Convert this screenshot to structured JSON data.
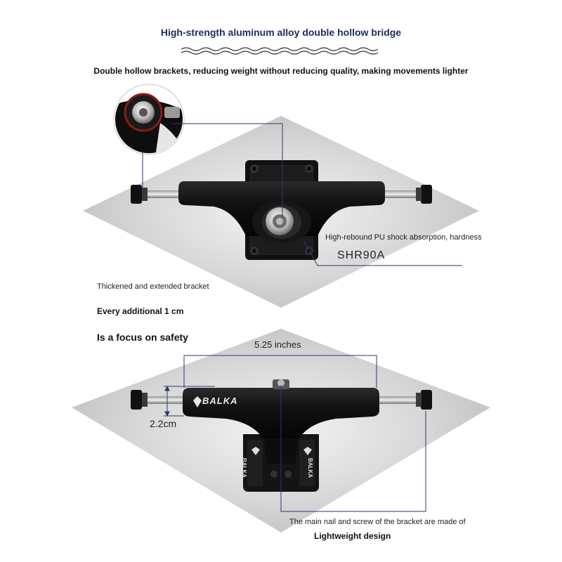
{
  "header": {
    "title": "High-strength aluminum alloy double hollow bridge",
    "subtitle": "Double hollow brackets, reducing weight without reducing quality, making movements lighter"
  },
  "top_section": {
    "shock_label": "High-rebound PU shock absorption, hardness",
    "shock_code": "SHR90A",
    "bracket_label": "Thickened and extended bracket",
    "every_label": "Every additional 1 cm",
    "safety_label": "Is a focus on safety"
  },
  "bottom_section": {
    "width_label": "5.25 inches",
    "height_label": "2.2cm",
    "brand": "BALKA",
    "nail_label": "The main nail and screw of the bracket are made of",
    "light_label": "Lightweight design"
  },
  "colors": {
    "title": "#1c2d5a",
    "truck_body": "#151515",
    "panel": "#cfcfcf",
    "guide_line": "#2a3a6a"
  },
  "icons": [
    "wave-divider-icon",
    "skateboard-truck-top-image",
    "skateboard-truck-front-image",
    "kingpin-zoom-image"
  ]
}
